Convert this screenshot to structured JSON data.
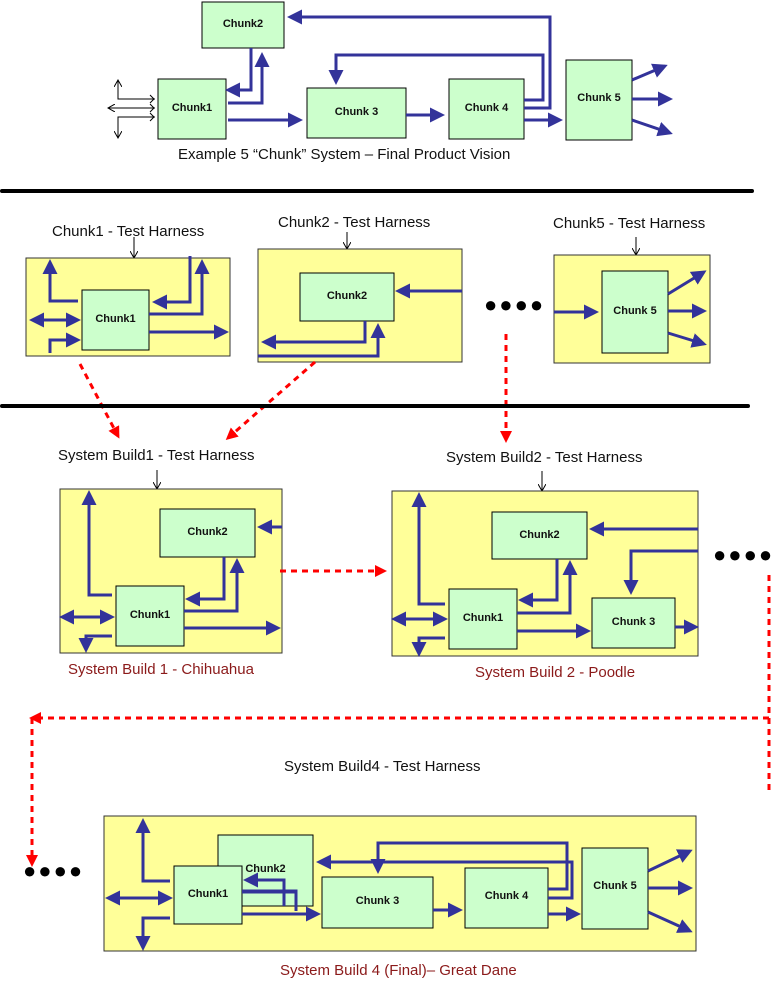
{
  "colors": {
    "harness_fill": "#ffff99",
    "chunk_fill": "#ccffcc",
    "signal_arrow": "#33339a",
    "flow_arrow": "#ff0000",
    "divider": "#000000",
    "caption_text": "#8b1a1a"
  },
  "sections": {
    "vision": {
      "caption": "Example 5 “Chunk” System – Final Product Vision",
      "chunks": [
        "Chunk1",
        "Chunk2",
        "Chunk 3",
        "Chunk 4",
        "Chunk 5"
      ]
    },
    "unit_harnesses": {
      "harnesses": [
        {
          "title": "Chunk1 - Test Harness",
          "chunk": "Chunk1"
        },
        {
          "title": "Chunk2 - Test Harness",
          "chunk": "Chunk2"
        },
        {
          "title": "Chunk5 - Test Harness",
          "chunk": "Chunk 5"
        }
      ],
      "ellipsis": "●●●●"
    },
    "build1": {
      "title": "System Build1 - Test Harness",
      "caption": "System Build 1 - Chihuahua",
      "chunks": [
        "Chunk2",
        "Chunk1"
      ]
    },
    "build2": {
      "title": "System Build2 - Test Harness",
      "caption": "System Build 2 - Poodle",
      "chunks": [
        "Chunk2",
        "Chunk1",
        "Chunk 3"
      ],
      "ellipsis": "●●●●"
    },
    "build4": {
      "title": "System Build4 - Test Harness",
      "caption": "System Build 4 (Final)– Great Dane",
      "chunks": [
        "Chunk2",
        "Chunk1",
        "Chunk 3",
        "Chunk 4",
        "Chunk 5"
      ],
      "ellipsis": "●●●●"
    }
  }
}
